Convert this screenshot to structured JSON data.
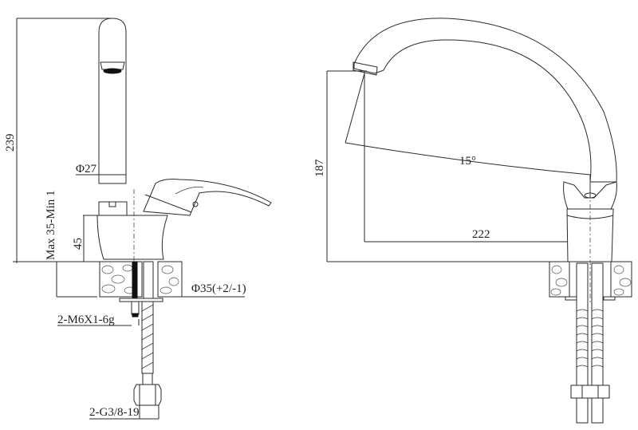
{
  "drawing": {
    "title": "Single-lever kitchen faucet dimension drawing",
    "line_color": "#2a2a2a",
    "background": "#ffffff"
  },
  "side_view": {
    "dimensions": {
      "total_height": "239",
      "spout_diameter": "Φ27",
      "body_height": "45",
      "countertop_thickness": "Max 35-Min 1",
      "mounting_hole": "Φ35(+2/-1)",
      "mounting_stud": "2-M6X1-6g",
      "hose_connection": "2-G3/8-19"
    }
  },
  "front_view": {
    "dimensions": {
      "spout_outlet_height": "187",
      "spout_reach": "222",
      "swivel_angle": "15°"
    }
  }
}
